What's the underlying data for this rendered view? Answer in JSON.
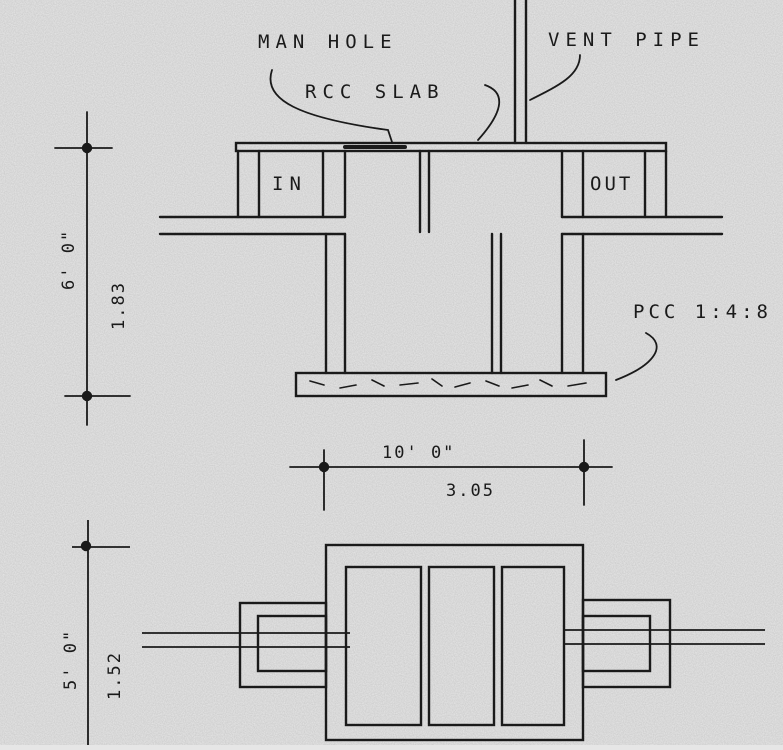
{
  "labels": {
    "manhole": "MAN HOLE",
    "vent_pipe": "VENT PIPE",
    "rcc_slab": "RCC SLAB",
    "inlet": "IN",
    "outlet": "OUT",
    "pcc": "PCC 1:4:8"
  },
  "dimensions": {
    "section_height_ft": "6' 0\"",
    "section_height_m": "1.83",
    "width_ft": "10' 0\"",
    "width_m": "3.05",
    "plan_depth_ft": "5' 0\"",
    "plan_depth_m": "1.52"
  }
}
